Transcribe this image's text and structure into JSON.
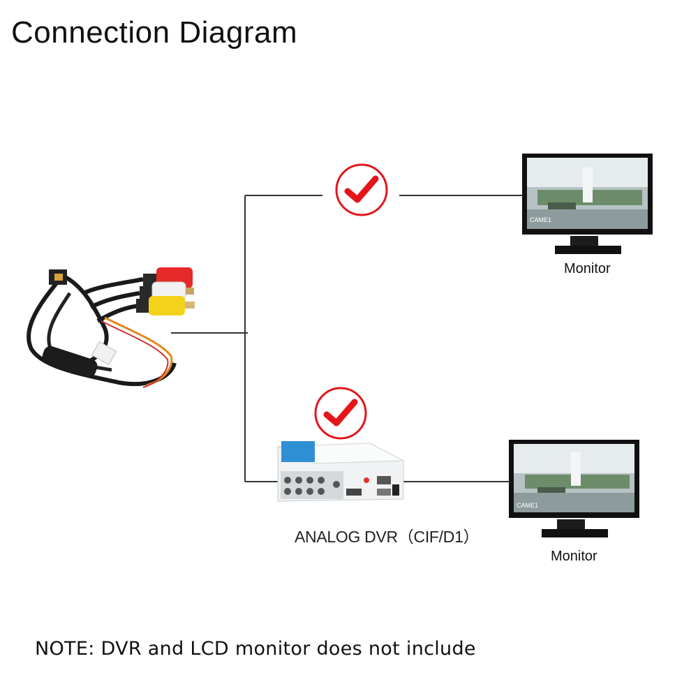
{
  "title": "Connection Diagram",
  "monitor_top": {
    "label": "Monitor",
    "screen_caption": "CAME1"
  },
  "monitor_bottom": {
    "label": "Monitor",
    "screen_caption": "CAME1"
  },
  "dvr": {
    "label": "ANALOG DVR（CIF/D1）"
  },
  "note": "NOTE: DVR and LCD monitor does not include",
  "colors": {
    "check": "#e3151b",
    "line": "#333333",
    "rca_red": "#e62a2a",
    "rca_white": "#f2f2f2",
    "rca_yellow": "#f3d21a"
  },
  "icons": [
    "checkmark-icon",
    "checkmark-icon",
    "camera-cable-image",
    "monitor-image",
    "dvr-image"
  ]
}
